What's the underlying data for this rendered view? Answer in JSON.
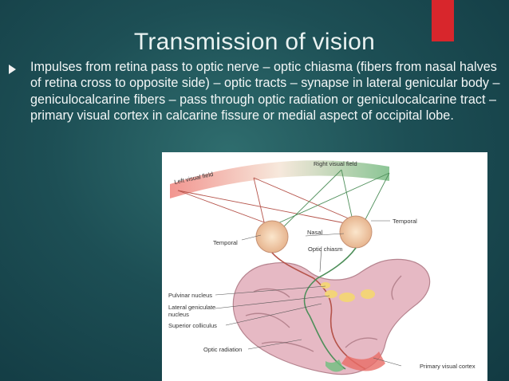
{
  "slide": {
    "title": "Transmission of vision",
    "bullet": "Impulses from retina pass to optic nerve – optic chiasma (fibers from nasal halves of retina cross to opposite side) – optic tracts – synapse in lateral genicular body – geniculocalcarine fibers – pass through optic radiation or geniculocalcarine tract – primary visual cortex in calcarine fissure or medial aspect of occipital lobe.",
    "accent_color": "#d8262c"
  },
  "figure": {
    "left_visual_field": "Left visual field",
    "right_visual_field": "Right visual field",
    "labels": {
      "temporal_left": "Temporal",
      "temporal_right": "Temporal",
      "nasal": "Nasal",
      "optic_chiasm": "Optic chiasm",
      "pulvinar_nucleus": "Pulvinar nucleus",
      "lateral_geniculate_1": "Lateral geniculate",
      "lateral_geniculate_2": "nucleus",
      "superior_colliculus": "Superior colliculus",
      "optic_radiation": "Optic radiation",
      "primary_visual_cortex": "Primary visual cortex"
    }
  }
}
